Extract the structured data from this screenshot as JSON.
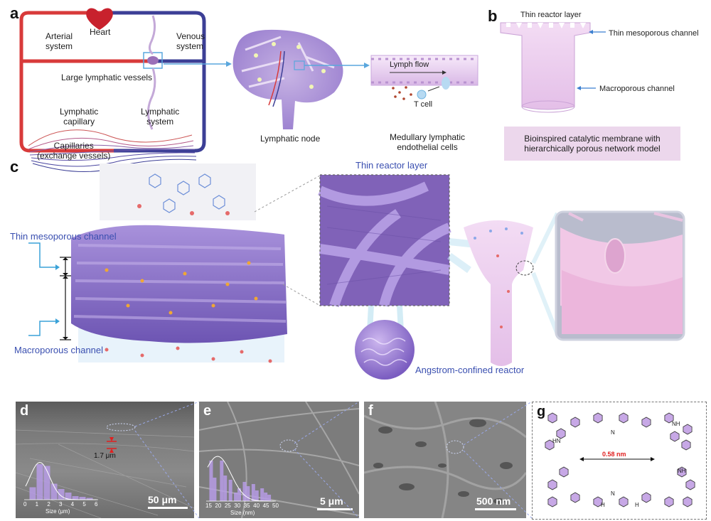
{
  "panels": {
    "a": {
      "letter": "a",
      "heart": "Heart",
      "arterial": "Arterial\nsystem",
      "venous": "Venous\nsystem",
      "large_lymphatic": "Large lymphatic vessels",
      "lymphatic_capillary": "Lymphatic\ncapillary",
      "lymphatic_system": "Lymphatic\nsystem",
      "capillaries": "Capillaries\n(exchange vessels)",
      "lymphatic_node": "Lymphatic node",
      "lymph_flow": "Lymph flow",
      "t_cell": "T cell",
      "medullary": "Medullary lymphatic\nendothelial cells"
    },
    "b": {
      "letter": "b",
      "thin_reactor": "Thin reactor layer",
      "thin_meso": "Thin mesoporous channel",
      "macro": "Macroporous channel",
      "box_text": "Bioinspired catalytic membrane with\nhierarchically porous network model"
    },
    "c": {
      "letter": "c",
      "thin_meso": "Thin mesoporous channel",
      "macro": "Macroporous channel",
      "thin_reactor": "Thin reactor layer",
      "angstrom": "Angstrom-confined reactor"
    },
    "d": {
      "letter": "d",
      "scale": "50 μm",
      "thickness": "1.7 μm",
      "hist_xlabel": "Size (μm)",
      "hist_ticks": [
        "0",
        "1",
        "2",
        "3",
        "4",
        "5",
        "6"
      ]
    },
    "e": {
      "letter": "e",
      "scale": "5 μm",
      "hist_xlabel": "Size (nm)",
      "hist_ticks": [
        "15",
        "20",
        "25",
        "30",
        "35",
        "40",
        "45",
        "50"
      ]
    },
    "f": {
      "letter": "f",
      "scale": "500 nm"
    },
    "g": {
      "letter": "g",
      "distance": "0.58 nm",
      "nh": "NH",
      "n": "N",
      "h": "H",
      "hn": "HN"
    }
  },
  "colors": {
    "accent_blue": "#3a4fb0",
    "arterial_red": "#d83a3a",
    "venous_blue": "#3c3f96",
    "membrane_purple": "#9a7fcf",
    "box_pink": "#ecd7ec",
    "distance_red": "#e02020"
  },
  "chart_data": [
    {
      "type": "bar",
      "panel": "d",
      "xlabel": "Size (μm)",
      "x": [
        0.5,
        1,
        1.5,
        2,
        2.5,
        3,
        3.5,
        4,
        4.5
      ],
      "values": [
        0.35,
        1.0,
        0.95,
        0.45,
        0.3,
        0.2,
        0.1,
        0.08,
        0.05
      ]
    },
    {
      "type": "bar",
      "panel": "e",
      "xlabel": "Size (nm)",
      "x": [
        16,
        18,
        22,
        24,
        27,
        30,
        32,
        35,
        37,
        40,
        42,
        45,
        47,
        49
      ],
      "values": [
        0.95,
        0.55,
        0.95,
        0.6,
        0.5,
        0.2,
        0.3,
        0.45,
        0.35,
        0.4,
        0.25,
        0.3,
        0.2,
        0.15
      ]
    }
  ]
}
